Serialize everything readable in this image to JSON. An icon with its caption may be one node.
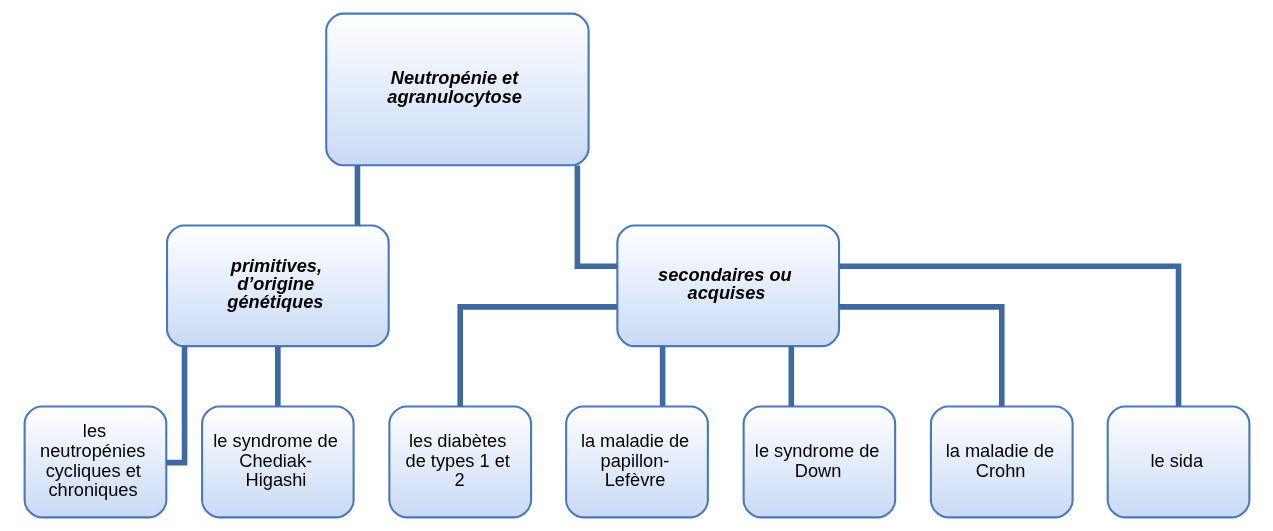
{
  "diagram": {
    "nodes": [
      {
        "text": [
          "Neutropénie et agranulocytose"
        ]
      },
      {
        "text": [
          "primitives, d’origine génétiques"
        ]
      },
      {
        "text": [
          "secondaires ou acquises"
        ]
      },
      {
        "text": [
          "les neutropénies cycliques et chroniques"
        ]
      },
      {
        "text": [
          "le syndrome de Chediak-Higashi"
        ]
      },
      {
        "text": [
          "les diabètes de types 1 et 2"
        ]
      },
      {
        "text": [
          "la maladie de papillon-Lefèvre"
        ]
      },
      {
        "text": [
          "le syndrome de Down"
        ]
      },
      {
        "text": [
          "la maladie de Crohn"
        ]
      },
      {
        "text": [
          "le sida"
        ]
      }
    ],
    "edges": [
      {
        "from": 0,
        "to": 1,
        "arrow": "none"
      },
      {
        "from": 0,
        "to": 2,
        "arrow": "none"
      },
      {
        "from": 1,
        "to": 3,
        "arrow": "none"
      },
      {
        "from": 1,
        "to": 4,
        "arrow": "none"
      },
      {
        "from": 2,
        "to": 5,
        "arrow": "none"
      },
      {
        "from": 2,
        "to": 6,
        "arrow": "none"
      },
      {
        "from": 2,
        "to": 7,
        "arrow": "none"
      },
      {
        "from": 2,
        "to": 8,
        "arrow": "none"
      },
      {
        "from": 2,
        "to": 9,
        "arrow": "none"
      }
    ]
  }
}
